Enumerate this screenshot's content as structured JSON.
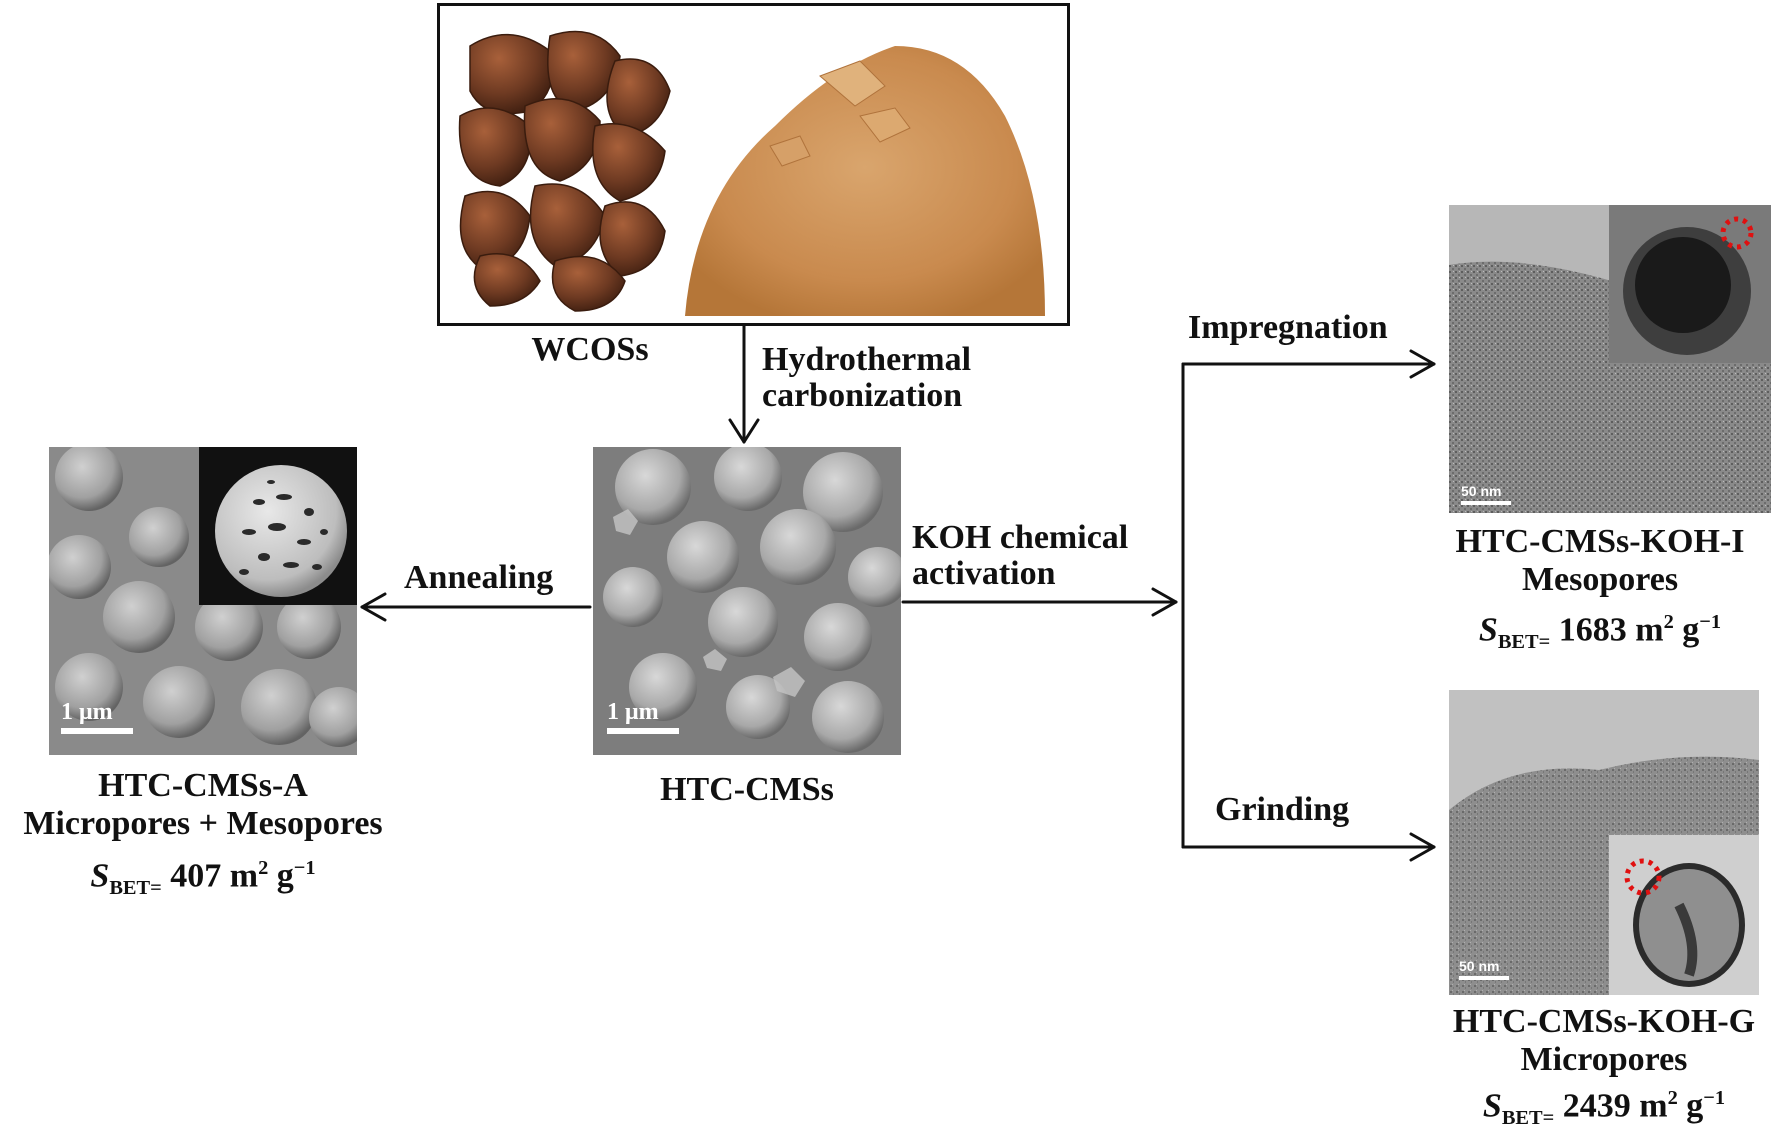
{
  "raw_material": {
    "label": "WCOSs"
  },
  "steps": {
    "hydrothermal_line1": "Hydrothermal",
    "hydrothermal_line2": "carbonization",
    "annealing": "Annealing",
    "koh_line1": "KOH chemical",
    "koh_line2": "activation",
    "impregnation": "Impregnation",
    "grinding": "Grinding"
  },
  "products": {
    "htc": {
      "name": "HTC-CMSs",
      "scale": "1 μm"
    },
    "annealed": {
      "name": "HTC-CMSs-A",
      "pores": "Micropores + Mesopores",
      "sbet_symbol": "S",
      "sbet_sub": "BET",
      "sbet_eq": "=",
      "sbet_value": "407",
      "sbet_unit": "m",
      "sbet_unit_sup": "2",
      "sbet_unit_g": "g",
      "sbet_unit_g_sup": "−1",
      "scale": "1 μm"
    },
    "koh_i": {
      "name": "HTC-CMSs-KOH-I",
      "pores": "Mesopores",
      "sbet_symbol": "S",
      "sbet_sub": "BET",
      "sbet_eq": "=",
      "sbet_value": "1683",
      "sbet_unit": "m",
      "sbet_unit_sup": "2",
      "sbet_unit_g": "g",
      "sbet_unit_g_sup": "−1",
      "scale": "50 nm"
    },
    "koh_g": {
      "name": "HTC-CMSs-KOH-G",
      "pores": "Micropores",
      "sbet_symbol": "S",
      "sbet_sub": "BET",
      "sbet_eq": "=",
      "sbet_value": "2439",
      "sbet_unit": "m",
      "sbet_unit_sup": "2",
      "sbet_unit_g": "g",
      "sbet_unit_g_sup": "−1",
      "scale": "50 nm"
    }
  },
  "colors": {
    "arrow": "#111111",
    "highlight_dots": "#e01010",
    "shell_dark": "#6b3a22",
    "powder": "#c98a4e"
  }
}
